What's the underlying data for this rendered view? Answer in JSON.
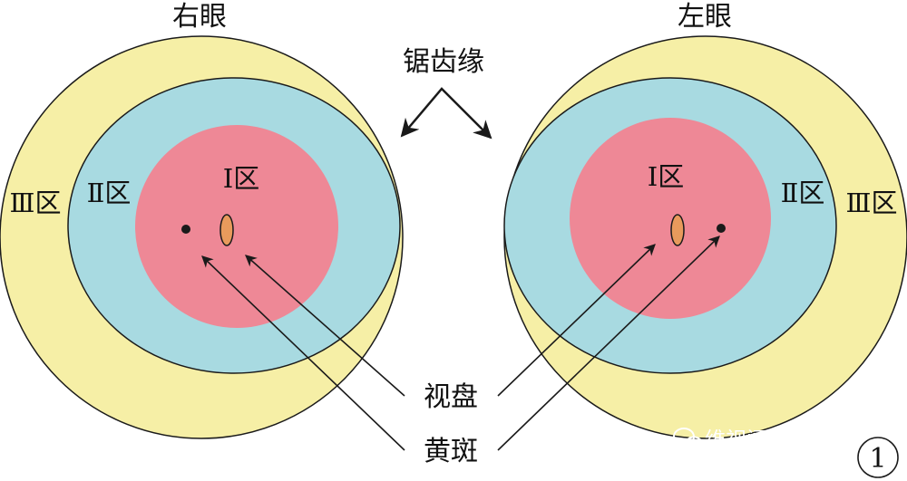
{
  "diagram": {
    "right_eye_title": "右眼",
    "left_eye_title": "左眼",
    "ora_serrata_label": "锯齿缘",
    "zone1_label": "Ⅰ区",
    "zone2_label": "Ⅱ区",
    "zone3_label": "Ⅲ区",
    "optic_disc_label": "视盘",
    "macula_label": "黄斑",
    "figure_number": "1"
  },
  "watermark": {
    "text": "维视阅互联网医院",
    "icon": "wechat-icon"
  },
  "colors": {
    "zone1": "#EE8896",
    "zone2": "#A8DAE1",
    "zone3": "#F6EFA6",
    "optic_disc": "#E89A5C",
    "outline": "#1a1a1a"
  }
}
